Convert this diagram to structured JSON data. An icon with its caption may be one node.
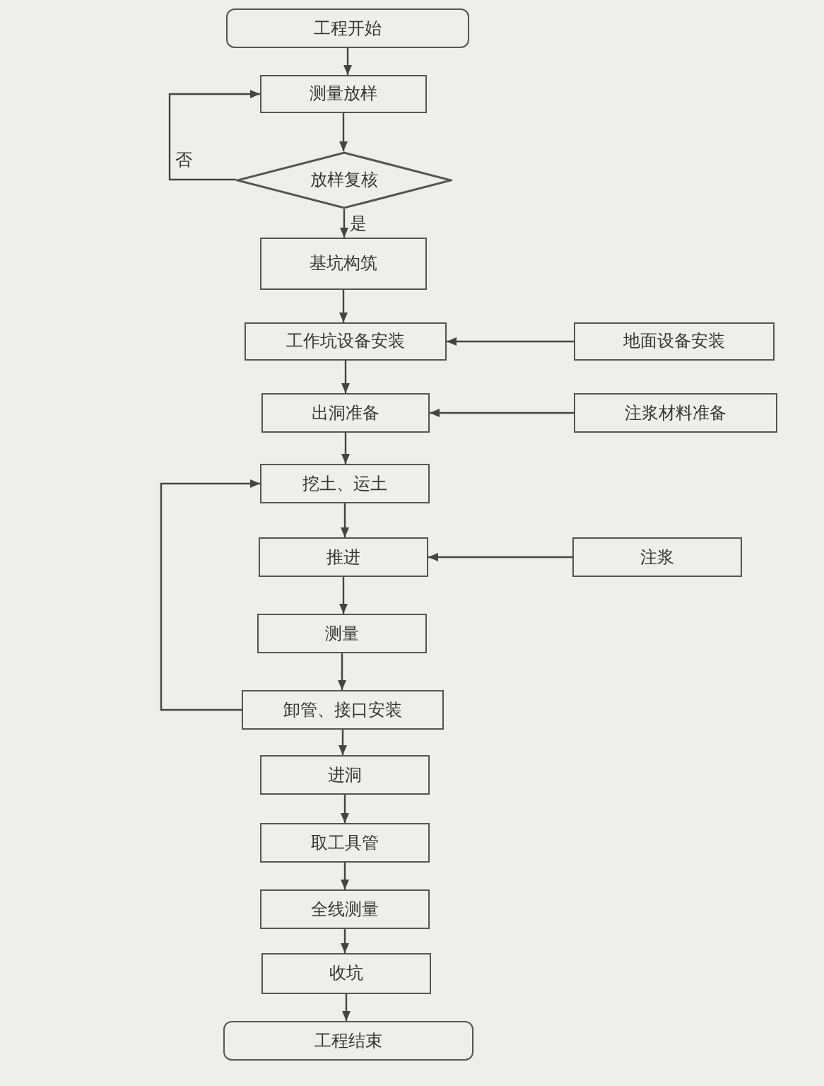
{
  "diagram": {
    "nodes": [
      {
        "text": [
          "工程开始"
        ]
      },
      {
        "text": [
          "测量放样"
        ]
      },
      {
        "text": [
          "放样复核"
        ]
      },
      {
        "text": [
          "基坑构筑"
        ]
      },
      {
        "text": [
          "工作坑设备安装"
        ]
      },
      {
        "text": [
          "地面设备安装"
        ]
      },
      {
        "text": [
          "出洞准备"
        ]
      },
      {
        "text": [
          "注浆材料准备"
        ]
      },
      {
        "text": [
          "挖土、运土"
        ]
      },
      {
        "text": [
          "推进"
        ]
      },
      {
        "text": [
          "注浆"
        ]
      },
      {
        "text": [
          "测量"
        ]
      },
      {
        "text": [
          "卸管、接口安装"
        ]
      },
      {
        "text": [
          "进洞"
        ]
      },
      {
        "text": [
          "取工具管"
        ]
      },
      {
        "text": [
          "全线测量"
        ]
      },
      {
        "text": [
          "收坑"
        ]
      },
      {
        "text": [
          "工程结束"
        ]
      }
    ],
    "edges": [
      {
        "from": 0,
        "to": 1,
        "arrow": "to"
      },
      {
        "from": 1,
        "to": 2,
        "arrow": "to"
      },
      {
        "from": 2,
        "to": 3,
        "arrow": "to",
        "label": "是"
      },
      {
        "from": 2,
        "to": 1,
        "arrow": "to",
        "label": "否"
      },
      {
        "from": 3,
        "to": 4,
        "arrow": "to"
      },
      {
        "from": 5,
        "to": 4,
        "arrow": "to"
      },
      {
        "from": 4,
        "to": 6,
        "arrow": "to"
      },
      {
        "from": 7,
        "to": 6,
        "arrow": "to"
      },
      {
        "from": 6,
        "to": 8,
        "arrow": "to"
      },
      {
        "from": 8,
        "to": 9,
        "arrow": "to"
      },
      {
        "from": 10,
        "to": 9,
        "arrow": "to"
      },
      {
        "from": 9,
        "to": 11,
        "arrow": "to"
      },
      {
        "from": 11,
        "to": 12,
        "arrow": "to"
      },
      {
        "from": 12,
        "to": 8,
        "arrow": "to"
      },
      {
        "from": 12,
        "to": 13,
        "arrow": "to"
      },
      {
        "from": 13,
        "to": 14,
        "arrow": "to"
      },
      {
        "from": 14,
        "to": 15,
        "arrow": "to"
      },
      {
        "from": 15,
        "to": 16,
        "arrow": "to"
      },
      {
        "from": 16,
        "to": 17,
        "arrow": "to"
      }
    ]
  }
}
